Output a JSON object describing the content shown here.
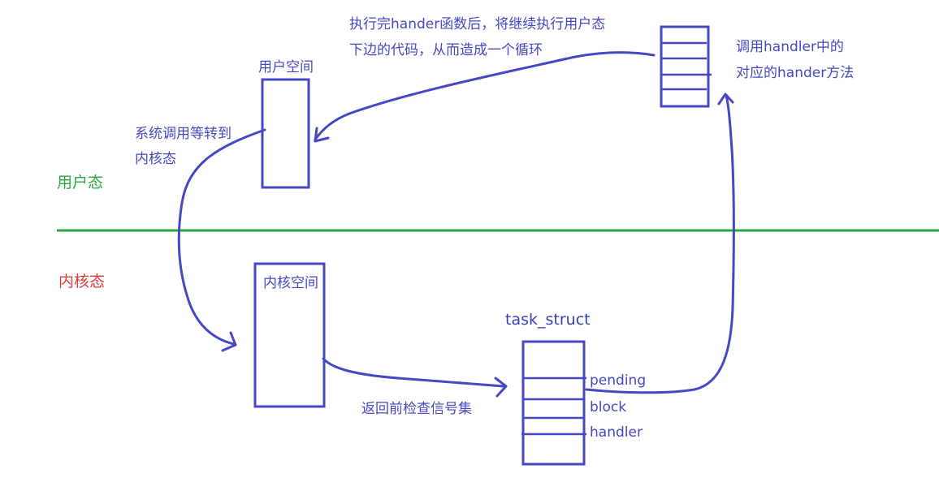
{
  "zones": {
    "user_mode": "用户态",
    "kernel_mode": "内核态"
  },
  "boxes": {
    "user_space": "用户空间",
    "kernel_space": "内核空间",
    "task_struct": "task_struct"
  },
  "task_struct_fields": [
    "pending",
    "block",
    "handler"
  ],
  "annotations": {
    "syscall_line1": "系统调用等转到",
    "syscall_line2": "内核态",
    "check_signals": "返回前检查信号集",
    "after_handler_line1": "执行完hander函数后，将继续执行用户态",
    "after_handler_line2": "下边的代码，从而造成一个循环",
    "call_handler_line1": "调用handler中的",
    "call_handler_line2": "对应的hander方法"
  },
  "colors": {
    "ink": "#4548c2",
    "divider": "#2aa845",
    "kernel_label": "#e03c3c",
    "user_label": "#2aa845"
  }
}
